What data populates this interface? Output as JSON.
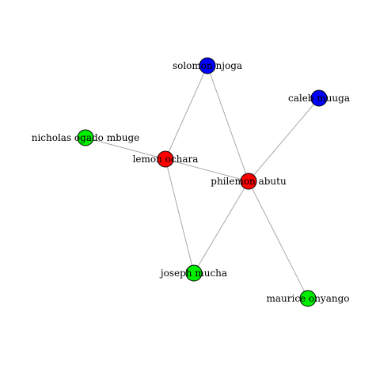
{
  "graph": {
    "colors": {
      "red": "#ff0000",
      "green": "#00ee00",
      "blue": "#0000ff"
    },
    "nodes": [
      {
        "id": "solomon",
        "label": "solomon njoga",
        "color": "blue"
      },
      {
        "id": "caleb",
        "label": "caleb muuga",
        "color": "blue"
      },
      {
        "id": "nicholas",
        "label": "nicholas ogado mbuge",
        "color": "green"
      },
      {
        "id": "lemon",
        "label": "lemon ochara",
        "color": "red"
      },
      {
        "id": "philemon",
        "label": "philemon abutu",
        "color": "red"
      },
      {
        "id": "joseph",
        "label": "joseph mucha",
        "color": "green"
      },
      {
        "id": "maurice",
        "label": "maurice onyango",
        "color": "green"
      }
    ],
    "edges": [
      [
        "solomon",
        "lemon"
      ],
      [
        "solomon",
        "philemon"
      ],
      [
        "caleb",
        "philemon"
      ],
      [
        "nicholas",
        "lemon"
      ],
      [
        "lemon",
        "philemon"
      ],
      [
        "lemon",
        "joseph"
      ],
      [
        "philemon",
        "joseph"
      ],
      [
        "philemon",
        "maurice"
      ]
    ]
  }
}
